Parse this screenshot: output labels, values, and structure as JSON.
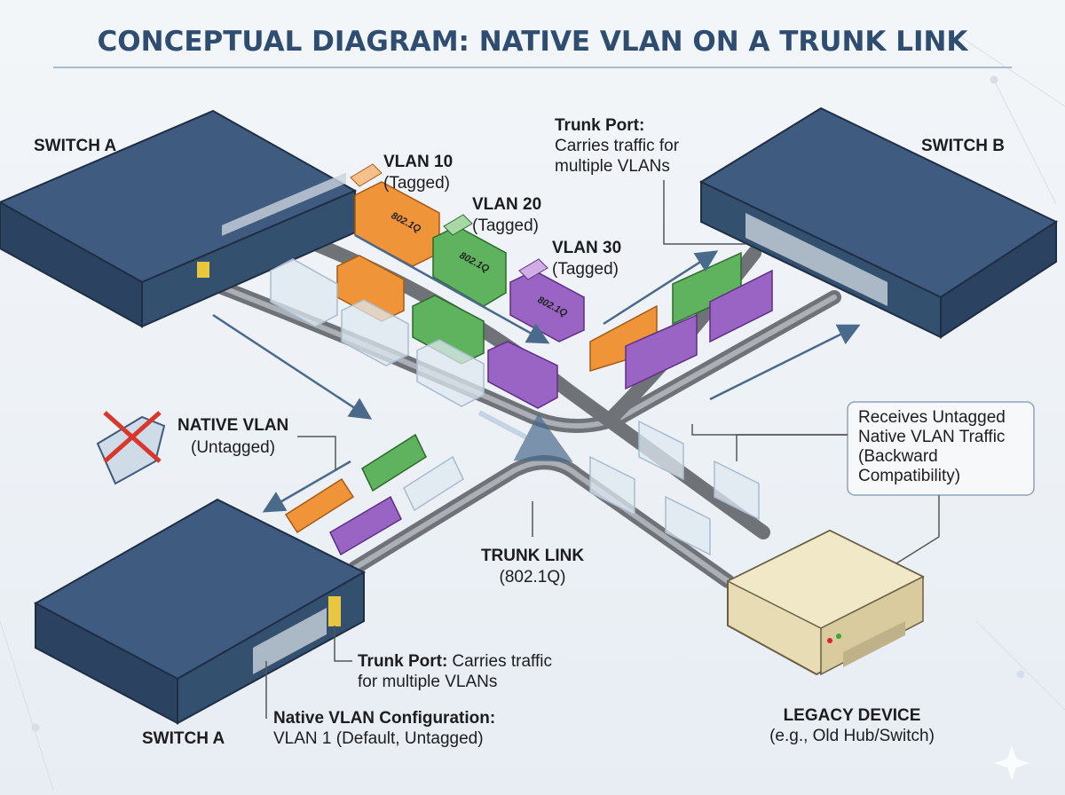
{
  "title": "CONCEPTUAL DIAGRAM: NATIVE VLAN ON A TRUNK LINK",
  "colors": {
    "title": "#2f4d70",
    "switch": "#3d5a7c",
    "vlan10": "#f0943a",
    "vlan20": "#5fb35f",
    "vlan30": "#9a64c4",
    "untagged": "#dfe8f0",
    "legacy": "#e8dcb4",
    "cable": "#6f7378"
  },
  "switch_a_top": {
    "label": "SWITCH A"
  },
  "switch_b": {
    "label": "SWITCH B"
  },
  "switch_a_bottom": {
    "label": "SWITCH A"
  },
  "trunk_port_top": {
    "title": "Trunk Port:",
    "line1": "Carries traffic for",
    "line2": "multiple VLANs"
  },
  "vlans": [
    {
      "name": "VLAN 10",
      "state": "(Tagged)",
      "tag": "802.1Q"
    },
    {
      "name": "VLAN 20",
      "state": "(Tagged)",
      "tag": "802.1Q"
    },
    {
      "name": "VLAN 30",
      "state": "(Tagged)",
      "tag": "802.1Q"
    }
  ],
  "native_vlan": {
    "name": "NATIVE VLAN",
    "state": "(Untagged)",
    "icon": "crossed-tag-icon"
  },
  "trunk_link": {
    "name": "TRUNK LINK",
    "protocol": "(802.1Q)"
  },
  "trunk_port_bottom": {
    "title": "Trunk Port:",
    "line1": "Carries traffic",
    "line2": "for multiple VLANs"
  },
  "native_config": {
    "title": "Native VLAN Configuration:",
    "value": "VLAN 1 (Default, Untagged)"
  },
  "receives": {
    "line1": "Receives Untagged",
    "line2": "Native VLAN Traffic",
    "line3": "(Backward",
    "line4": "Compatibility)"
  },
  "legacy": {
    "name": "LEGACY DEVICE",
    "desc": "(e.g., Old Hub/Switch)"
  }
}
